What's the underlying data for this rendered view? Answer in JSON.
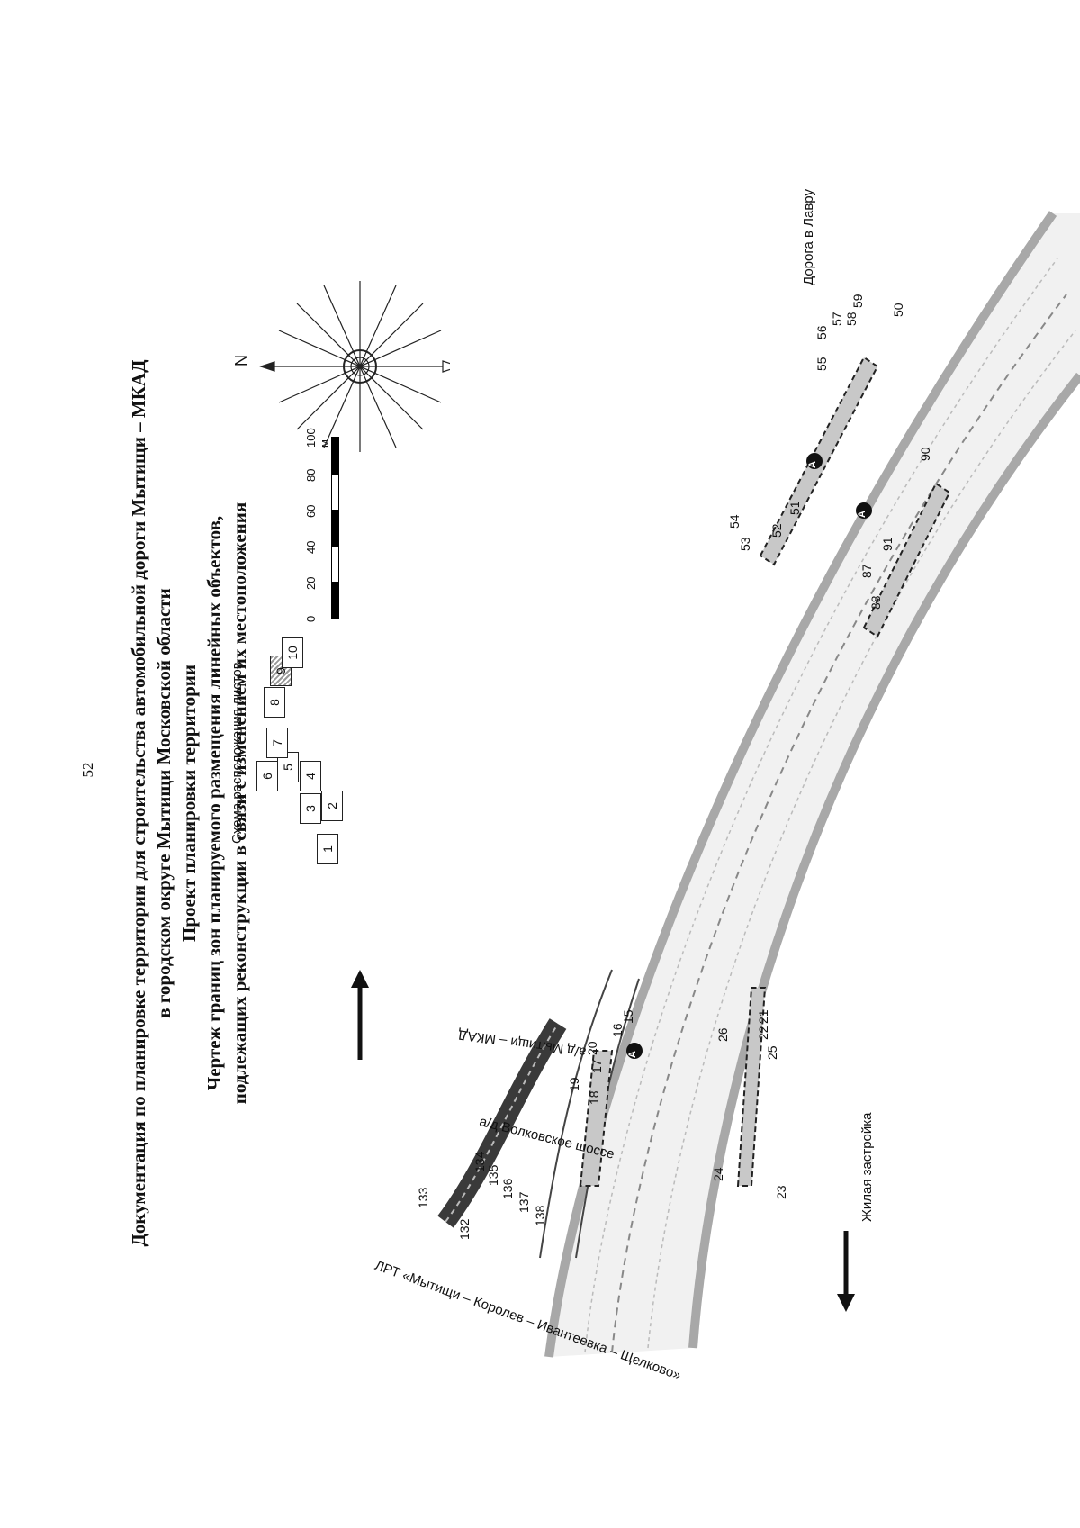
{
  "page_number": "52",
  "title": {
    "line1": "Документация по планировке территории для строительства автомобильной дороги Мытищи – МКАД",
    "line2": "в городском округе Мытищи Московской области",
    "line3": "Проект планировки территории",
    "line4": "Чертеж границ зон планируемого размещения линейных объектов,",
    "line5": "подлежащих реконструкции в связи с изменением их местоположения"
  },
  "sheet_scheme": {
    "caption": "Схема расположения листов",
    "sheets": [
      "1",
      "2",
      "3",
      "4",
      "5",
      "6",
      "7",
      "8",
      "9",
      "10"
    ],
    "active_sheet": "9"
  },
  "scale_bar": {
    "labels": [
      "0",
      "20",
      "40",
      "60",
      "80",
      "100 м"
    ]
  },
  "compass": {
    "north_label": "N"
  },
  "map_labels": {
    "road_lavra": "Дорога в Лавру",
    "residential": "Жилая застройка",
    "mkad_road": "а/д Мытищи – МКАД",
    "volkovskoe": "а/д Волковское шоссе",
    "lrt": "ЛРТ «Мытищи – Королев – Ивантеевка – Щелково»"
  },
  "marker_symbol": "A",
  "points": [
    "15",
    "16",
    "17",
    "18",
    "19",
    "20",
    "21",
    "22",
    "23",
    "24",
    "25",
    "26",
    "50",
    "51",
    "52",
    "53",
    "54",
    "55",
    "56",
    "57",
    "58",
    "59",
    "87",
    "88",
    "90",
    "91",
    "132",
    "133",
    "134",
    "135",
    "136",
    "137",
    "138"
  ],
  "colors": {
    "road_gray": "#a8a8a8",
    "dark_lrt": "#3a3a3a",
    "line": "#222222"
  }
}
